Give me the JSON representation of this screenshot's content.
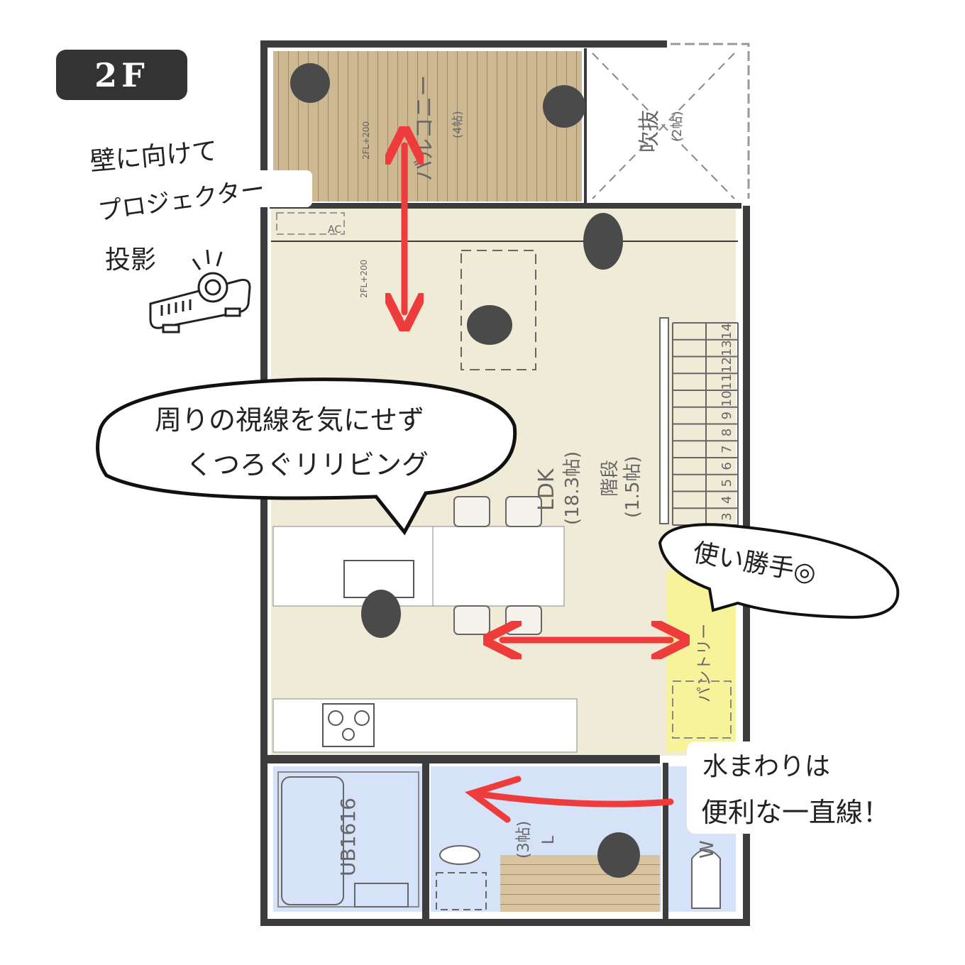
{
  "floor_label": "2F",
  "rooms": {
    "balcony": {
      "name": "バルコニー",
      "size": "(4帖)"
    },
    "void": {
      "name": "吹抜",
      "size": "(2帖)"
    },
    "ldk": {
      "name": "LDK",
      "size": "(18.3帖)"
    },
    "stairs": {
      "name": "階段",
      "size": "(1.5帖)",
      "steps": [
        "3",
        "4",
        "5",
        "6",
        "7",
        "8",
        "9",
        "10",
        "11",
        "12",
        "13",
        "14"
      ]
    },
    "pantry": {
      "name": "パントリー"
    },
    "bath": {
      "name": "UB1616"
    },
    "laundry": {
      "name": "L",
      "size": "(3帖)"
    },
    "toilet": {
      "name": "W"
    },
    "ac_label": "AC",
    "level_note_1": "2FL+200",
    "level_note_2": "2FL+200"
  },
  "annotations": {
    "projector": [
      "壁に向けて",
      "プロジェクター",
      "投影"
    ],
    "living_bubble": [
      "周りの視線を気にせず",
      "くつろぐリリビング"
    ],
    "pantry_bubble": "使い勝手◎",
    "water_note": [
      "水まわりは",
      "便利な一直線！"
    ]
  },
  "colors": {
    "ldk_floor": "#efebd6",
    "balcony": "#cdb892",
    "water_rooms": "#d6e2f7",
    "pantry": "#f7f39a",
    "arrow": "#ee3b3b",
    "wall": "#3c3c3c",
    "badge": "#333333"
  }
}
